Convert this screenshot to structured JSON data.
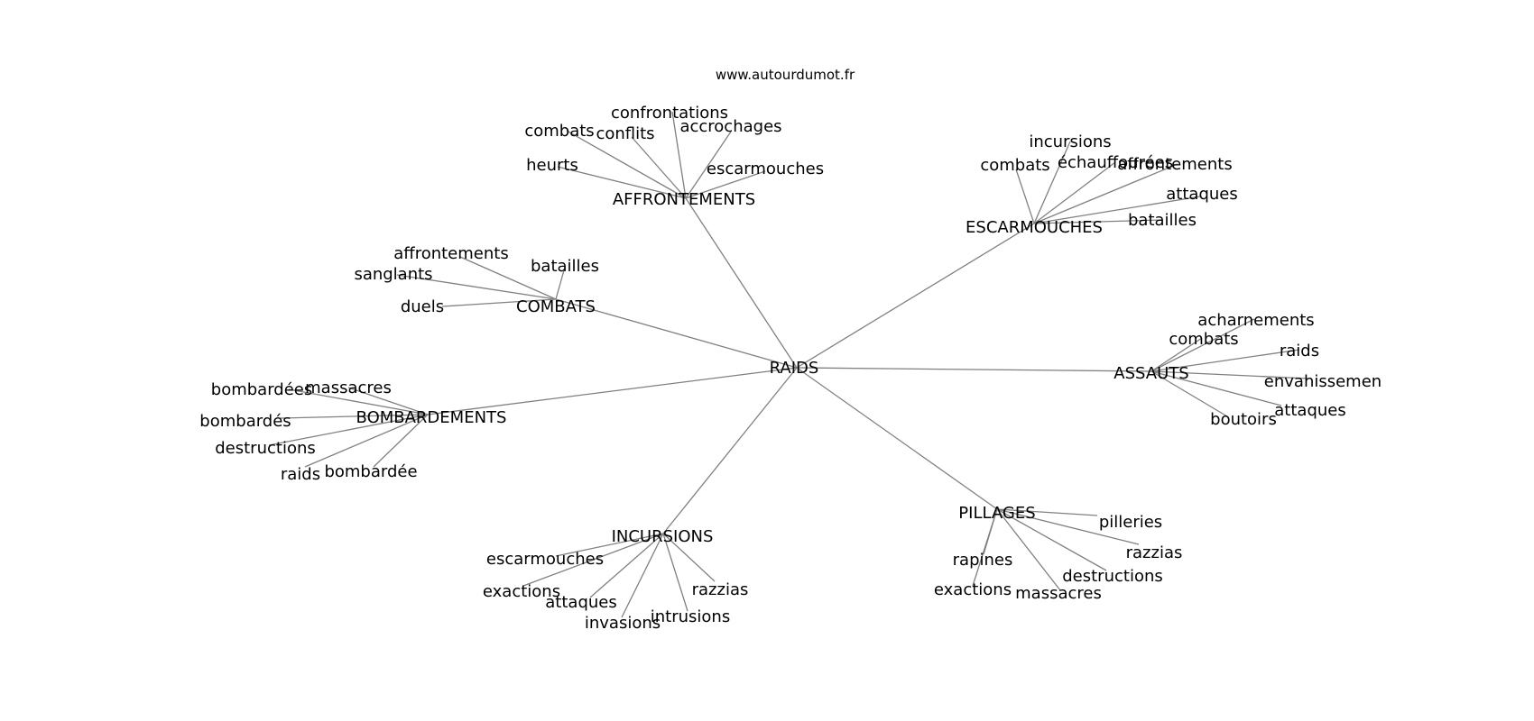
{
  "source": "www.autourdumot.fr",
  "center": "RAIDS",
  "clusters": [
    {
      "label": "AFFRONTEMENTS",
      "children": [
        "confrontations",
        "accrochages",
        "combats",
        "conflits",
        "heurts",
        "escarmouches"
      ]
    },
    {
      "label": "ESCARMOUCHES",
      "children": [
        "incursions",
        "combats",
        "échauffourées",
        "affrontements",
        "attaques",
        "batailles"
      ]
    },
    {
      "label": "COMBATS",
      "children": [
        "affrontements",
        "batailles",
        "sanglants",
        "duels"
      ]
    },
    {
      "label": "ASSAUTS",
      "children": [
        "acharnements",
        "combats",
        "raids",
        "envahissemen",
        "attaques",
        "boutoirs"
      ]
    },
    {
      "label": "BOMBARDEMENTS",
      "children": [
        "bombardées",
        "massacres",
        "bombardés",
        "destructions",
        "raids",
        "bombardée"
      ]
    },
    {
      "label": "PILLAGES",
      "children": [
        "pilleries",
        "razzias",
        "rapines",
        "destructions",
        "exactions",
        "massacres"
      ]
    },
    {
      "label": "INCURSIONS",
      "children": [
        "escarmouches",
        "exactions",
        "razzias",
        "attaques",
        "invasions",
        "intrusions"
      ]
    }
  ]
}
